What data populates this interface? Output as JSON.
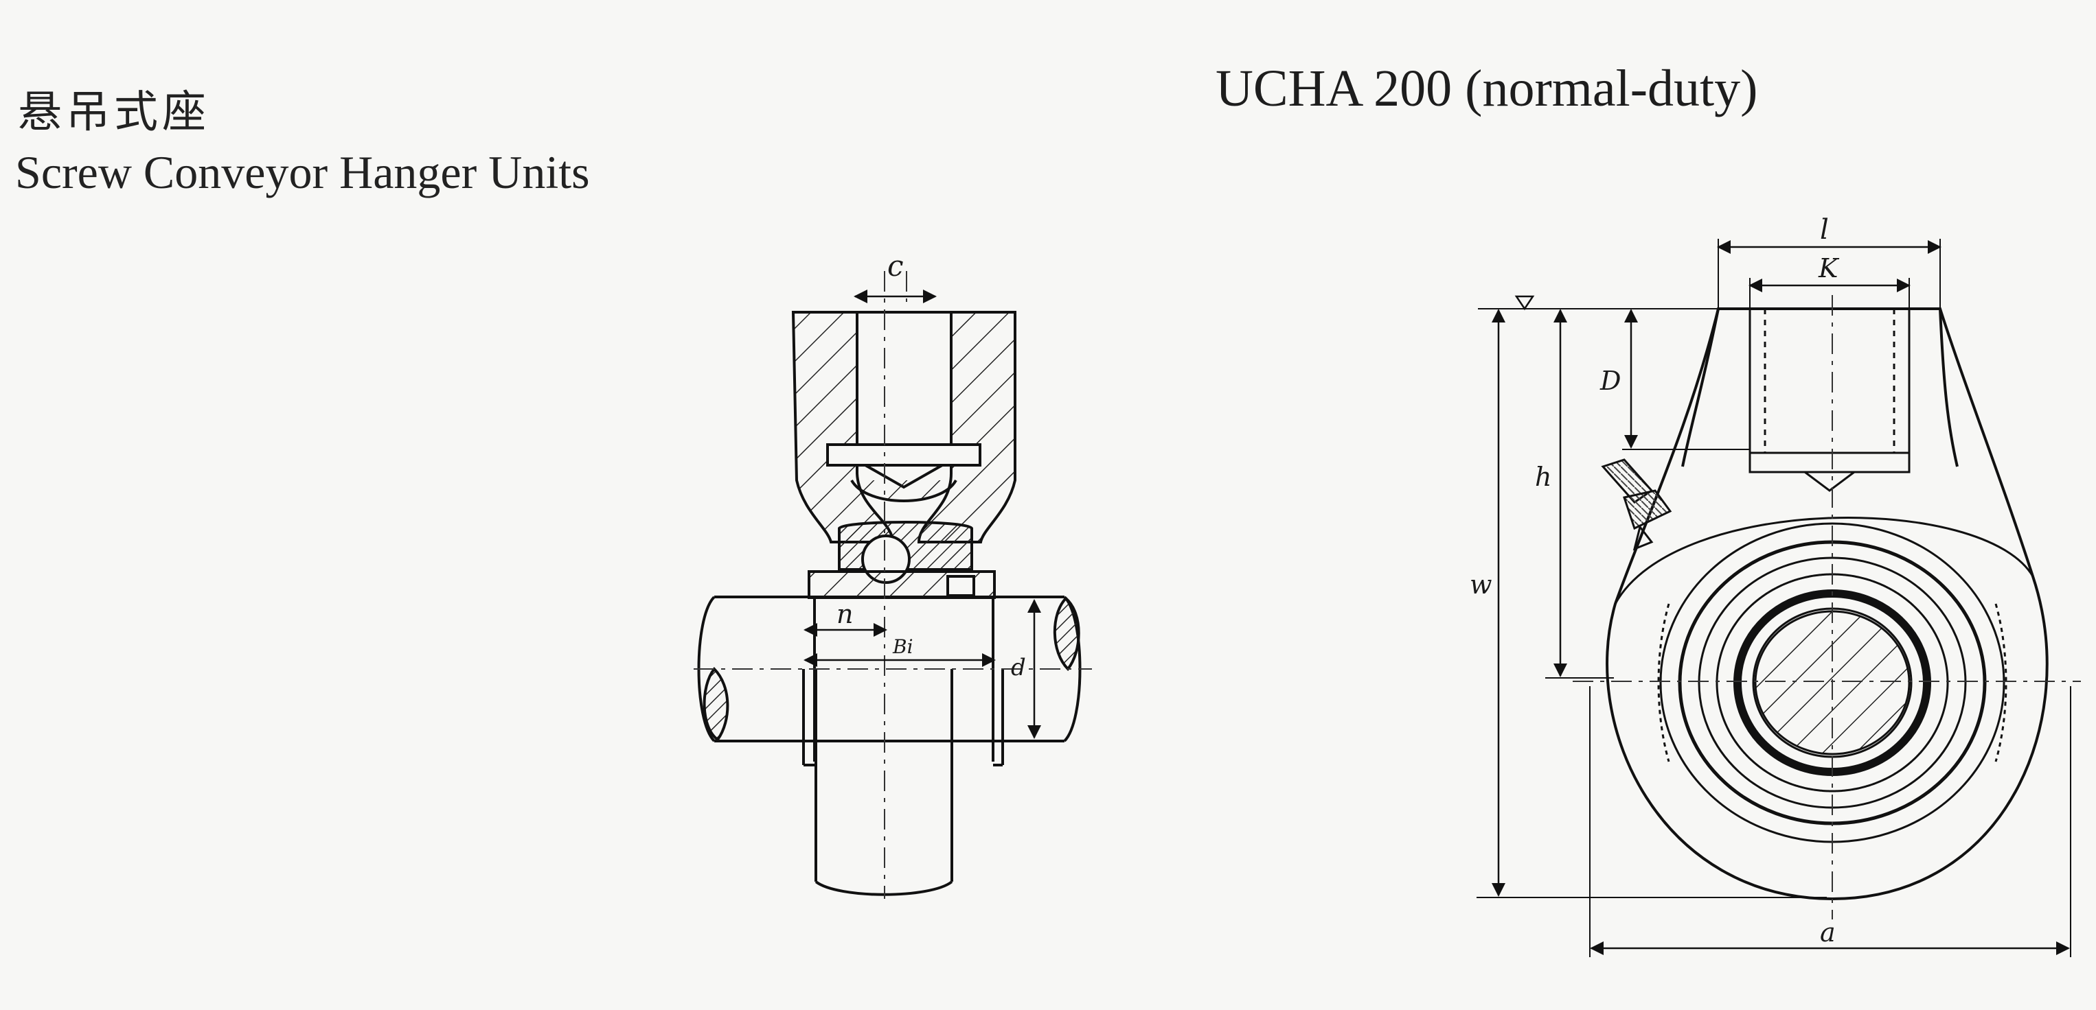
{
  "header": {
    "title_cn": "悬吊式座",
    "title_en": "Screw Conveyor Hanger Units",
    "model": "UCHA 200 (normal-duty)"
  },
  "left_drawing": {
    "labels": {
      "c": "c",
      "n": "n",
      "bi": "Bi",
      "d": "d"
    }
  },
  "right_drawing": {
    "labels": {
      "l": "l",
      "k": "K",
      "D": "D",
      "h": "h",
      "w": "w",
      "a": "a"
    }
  }
}
